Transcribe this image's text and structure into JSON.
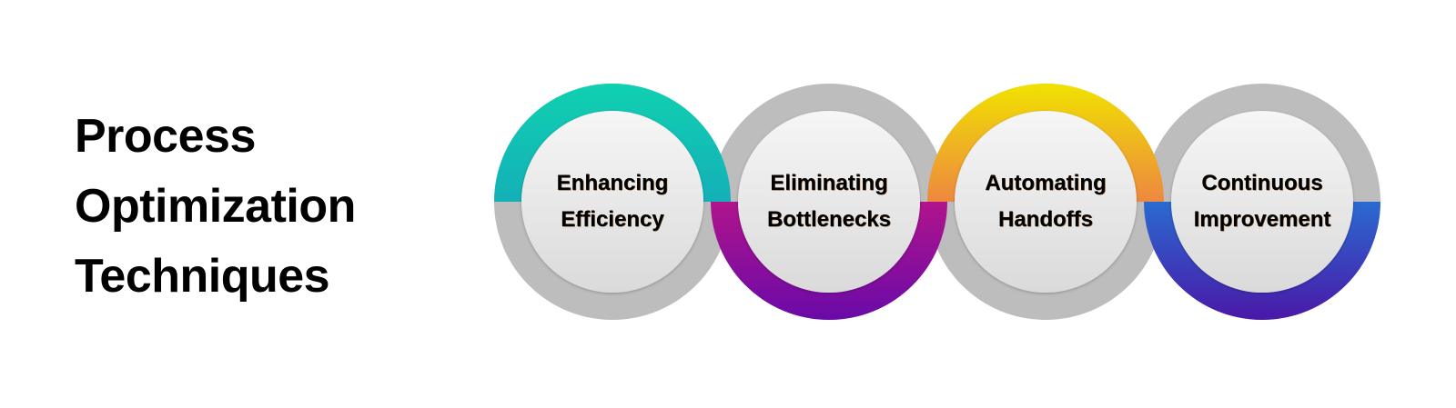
{
  "title": {
    "lines": [
      "Process",
      "Optimization",
      "Techniques"
    ]
  },
  "steps": [
    {
      "line1": "Enhancing",
      "line2": "Efficiency",
      "colored_half": "top",
      "gradient": [
        "#10d0b0",
        "#14b0b8"
      ]
    },
    {
      "line1": "Eliminating",
      "line2": "Bottlenecks",
      "colored_half": "bottom",
      "gradient": [
        "#b0148c",
        "#6a0aa8"
      ]
    },
    {
      "line1": "Automating",
      "line2": "Handoffs",
      "colored_half": "top",
      "gradient": [
        "#f0e200",
        "#ee8840"
      ]
    },
    {
      "line1": "Continuous",
      "line2": "Improvement",
      "colored_half": "bottom",
      "gradient": [
        "#2a6ad0",
        "#4a18a8"
      ]
    }
  ],
  "colors": {
    "ring_gray": "#bdbdbd",
    "inner_top": "#f6f6f6",
    "inner_bottom": "#dcdcdc",
    "text": "#000000"
  }
}
